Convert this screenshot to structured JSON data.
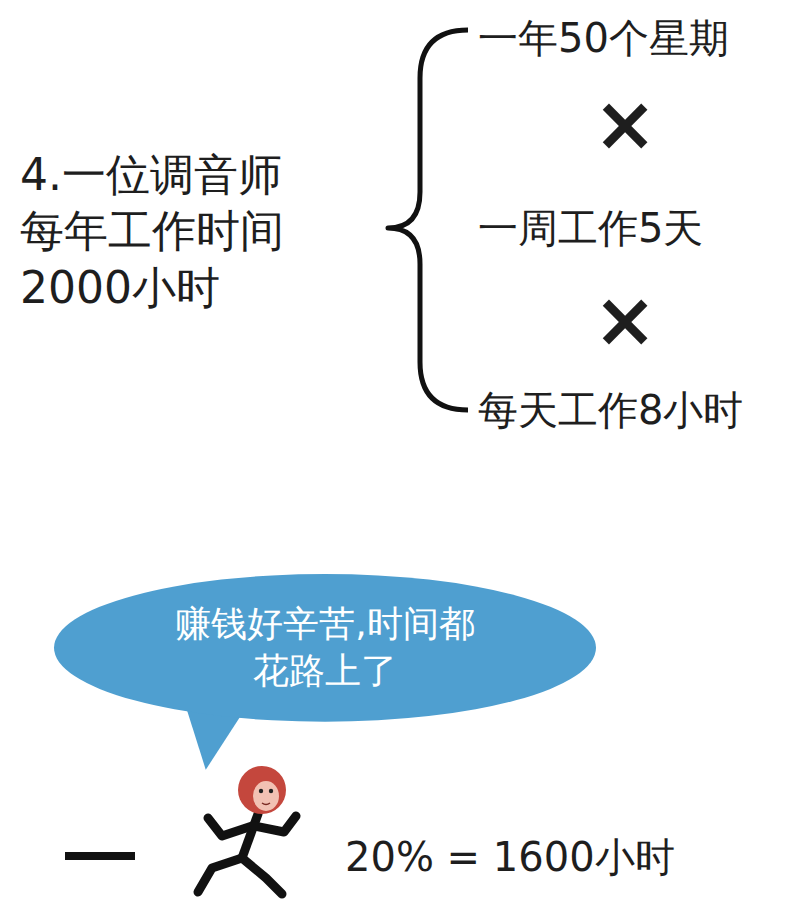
{
  "diagram": {
    "nodes": [
      {
        "text": [
          "赚钱好辛苦,时间都 花路上了"
        ]
      }
    ],
    "labels": [
      "4.一位调音师",
      "每年工作时间",
      "2000小时",
      "一年50个星期",
      "×",
      "一周工作5天",
      "×",
      "每天工作8小时",
      "20% = 1600小时"
    ]
  }
}
